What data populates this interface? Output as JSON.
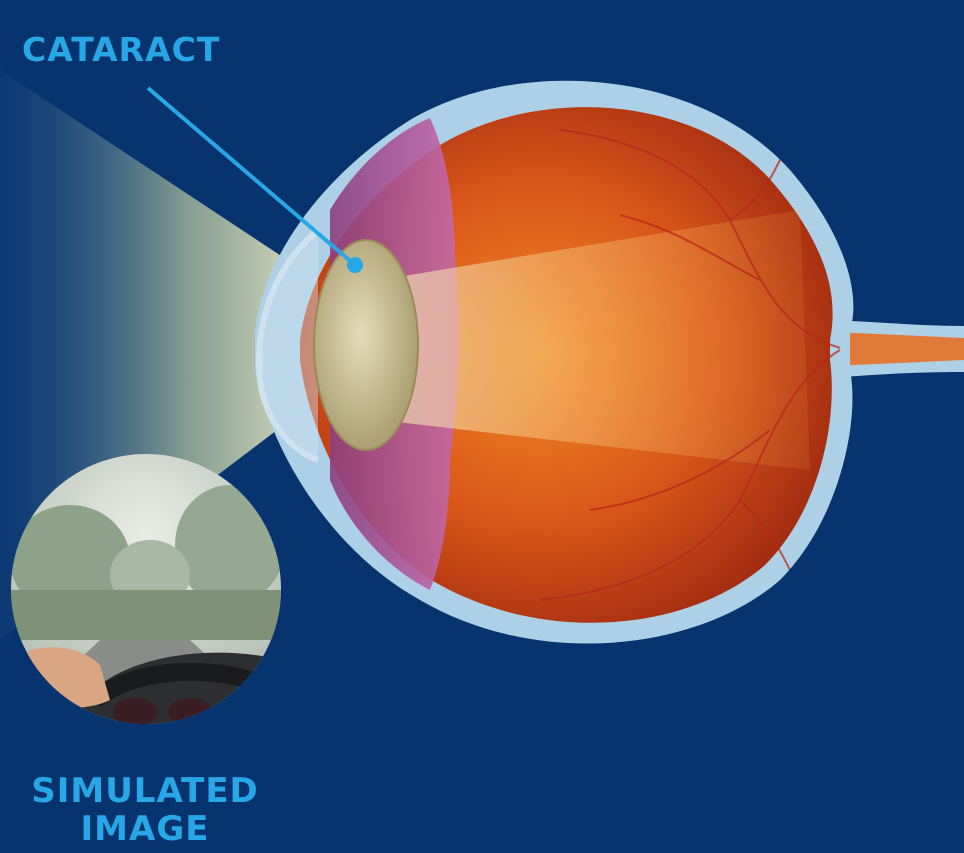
{
  "labels": {
    "cataract": "CATARACT",
    "simulated_line1": "SIMULATED",
    "simulated_line2": "IMAGE"
  },
  "colors": {
    "background": "#07336f",
    "label": "#27a6e8",
    "pointer_line": "#27a6e8",
    "eye_interior": "#d4581a",
    "iris": "#b5508a",
    "lens": "#c9bd96",
    "sclera_outline": "#aed0e6"
  },
  "illustration": {
    "subject": "cross-section-of-eye-with-cataract",
    "inset": "blurred-road-view-through-windshield"
  }
}
